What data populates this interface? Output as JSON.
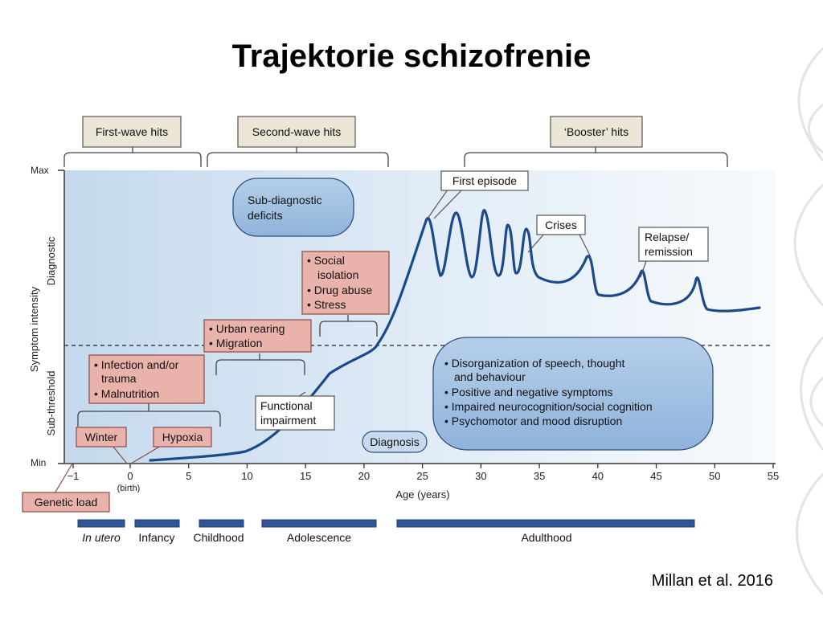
{
  "title": "Trajektorie schizofrenie",
  "citation": "Millan et al. 2016",
  "hits": {
    "first": "First-wave hits",
    "second": "Second-wave hits",
    "booster": "‘Booster’ hits"
  },
  "axis": {
    "y_max": "Max",
    "y_min": "Min",
    "y_title": "Symptom intensity",
    "y_diagnostic": "Diagnostic",
    "y_subthreshold": "Sub-threshold",
    "x_title": "Age (years)",
    "birth_note": "(birth)",
    "x_ticks": [
      "−1",
      "0",
      "5",
      "10",
      "15",
      "20",
      "25",
      "30",
      "35",
      "40",
      "45",
      "50",
      "55"
    ]
  },
  "callouts": {
    "first_episode": "First episode",
    "crises": "Crises",
    "relapse_1": "Relapse/",
    "relapse_2": "remission",
    "functional_1": "Functional",
    "functional_2": "impairment",
    "diagnosis": "Diagnosis",
    "subdiag_1": "Sub-diagnostic",
    "subdiag_2": "deficits"
  },
  "risk_factors": {
    "infection_1": "• Infection and/or",
    "infection_2": "trauma",
    "infection_3": "• Malnutrition",
    "urban_1": "• Urban rearing",
    "urban_2": "• Migration",
    "social_1": "• Social",
    "social_2": "isolation",
    "social_3": "• Drug abuse",
    "social_4": "• Stress",
    "winter": "Winter",
    "hypoxia": "Hypoxia",
    "genetic": "Genetic load"
  },
  "symptoms": [
    "• Disorganization of speech, thought",
    "and behaviour",
    "• Positive and negative symptoms",
    "• Impaired neurocognition/social cognition",
    "• Psychomotor and mood disruption"
  ],
  "stages": {
    "in_utero": "In utero",
    "infancy": "Infancy",
    "childhood": "Childhood",
    "adolescence": "Adolescence",
    "adulthood": "Adulthood"
  },
  "colors": {
    "curve": "#1b4a8c",
    "risk_fill": "#e9b3ab",
    "hits_fill": "#ece6d6",
    "stage_bar": "#2f5597"
  }
}
